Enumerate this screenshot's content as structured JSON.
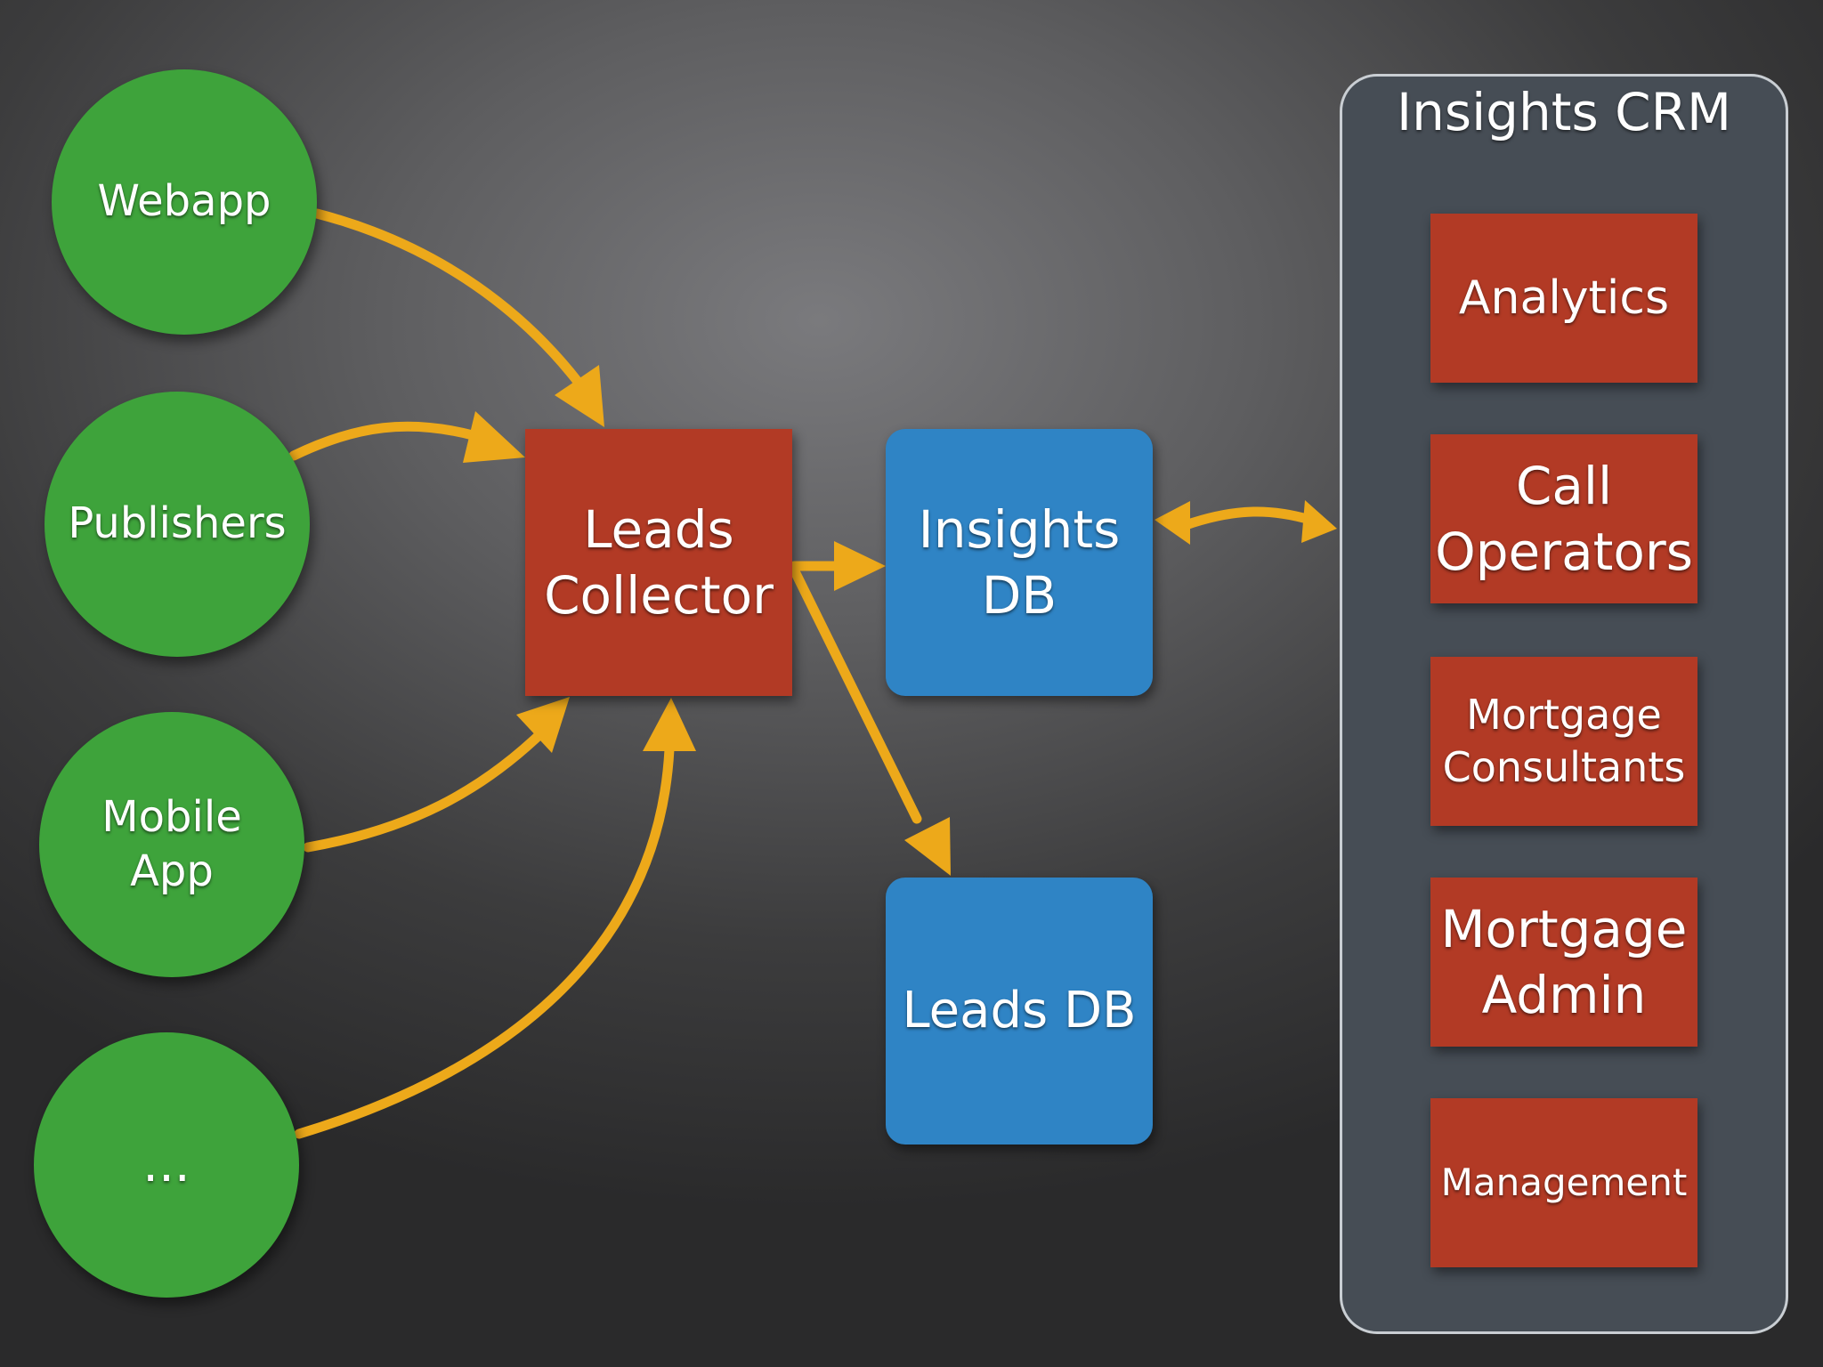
{
  "colors": {
    "source_green": "#3ea33b",
    "process_red": "#b23a25",
    "db_blue": "#2f84c5",
    "arrow_orange": "#eda91a",
    "panel_fill": "#464d55",
    "panel_border": "#c9ced3"
  },
  "sources": [
    {
      "label": "Webapp"
    },
    {
      "label": "Publishers"
    },
    {
      "label": "Mobile\nApp"
    },
    {
      "label": "..."
    }
  ],
  "collector": {
    "label": "Leads\nCollector"
  },
  "databases": {
    "insights": {
      "label": "Insights\nDB"
    },
    "leads": {
      "label": "Leads DB"
    }
  },
  "crm": {
    "title": "Insights CRM",
    "items": [
      {
        "label": "Analytics"
      },
      {
        "label": "Call\nOperators"
      },
      {
        "label": "Mortgage\nConsultants"
      },
      {
        "label": "Mortgage\nAdmin"
      },
      {
        "label": "Management"
      }
    ]
  }
}
